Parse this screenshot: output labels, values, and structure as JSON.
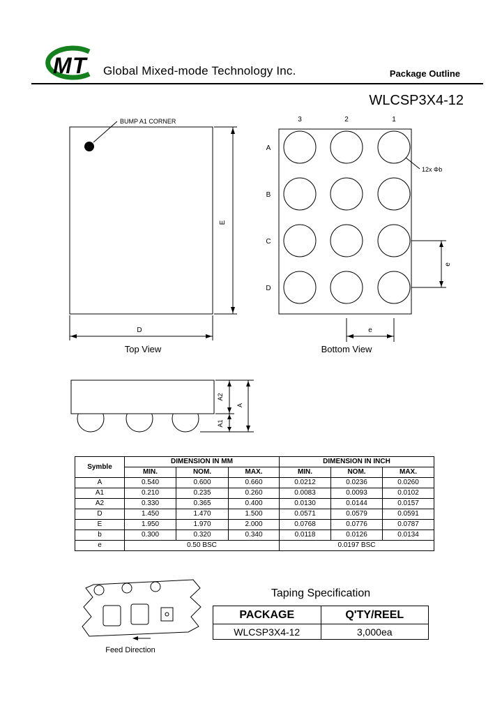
{
  "header": {
    "logo_m": "M",
    "logo_t": "T",
    "logo_green": "#15801e",
    "logo_red": "#cc0000",
    "company": "Global Mixed-mode Technology Inc.",
    "doc_type": "Package Outline",
    "part_number": "WLCSP3X4-12"
  },
  "top_view": {
    "label": "Top View",
    "bump_label": "BUMP A1 CORNER",
    "dim_e": "E",
    "dim_d": "D"
  },
  "bottom_view": {
    "label": "Bottom View",
    "col_labels": [
      "3",
      "2",
      "1"
    ],
    "row_labels": [
      "A",
      "B",
      "C",
      "D"
    ],
    "ball_note": "12x Φb",
    "dim_e": "e"
  },
  "side_view": {
    "dim_a2": "A2",
    "dim_a1": "A1",
    "dim_a": "A"
  },
  "dim_table": {
    "symbol_header": "Symble",
    "mm_header": "DIMENSION IN MM",
    "inch_header": "DIMENSION IN INCH",
    "sub_headers": [
      "MIN.",
      "NOM.",
      "MAX.",
      "MIN.",
      "NOM.",
      "MAX."
    ],
    "rows": [
      {
        "symbol": "A",
        "mm": [
          "0.540",
          "0.600",
          "0.660"
        ],
        "inch": [
          "0.0212",
          "0.0236",
          "0.0260"
        ]
      },
      {
        "symbol": "A1",
        "mm": [
          "0.210",
          "0.235",
          "0.260"
        ],
        "inch": [
          "0.0083",
          "0.0093",
          "0.0102"
        ]
      },
      {
        "symbol": "A2",
        "mm": [
          "0.330",
          "0.365",
          "0.400"
        ],
        "inch": [
          "0.0130",
          "0.0144",
          "0.0157"
        ]
      },
      {
        "symbol": "D",
        "mm": [
          "1.450",
          "1.470",
          "1.500"
        ],
        "inch": [
          "0.0571",
          "0.0579",
          "0.0591"
        ]
      },
      {
        "symbol": "E",
        "mm": [
          "1.950",
          "1.970",
          "2.000"
        ],
        "inch": [
          "0.0768",
          "0.0776",
          "0.0787"
        ]
      },
      {
        "symbol": "b",
        "mm": [
          "0.300",
          "0.320",
          "0.340"
        ],
        "inch": [
          "0.0118",
          "0.0126",
          "0.0134"
        ]
      }
    ],
    "bsc_row": {
      "symbol": "e",
      "mm": "0.50 BSC",
      "inch": "0.0197 BSC"
    }
  },
  "taping": {
    "title": "Taping Specification",
    "feed_label": "Feed Direction",
    "table": {
      "headers": [
        "PACKAGE",
        "Q'TY/REEL"
      ],
      "rows": [
        [
          "WLCSP3X4-12",
          "3,000ea"
        ]
      ]
    }
  }
}
